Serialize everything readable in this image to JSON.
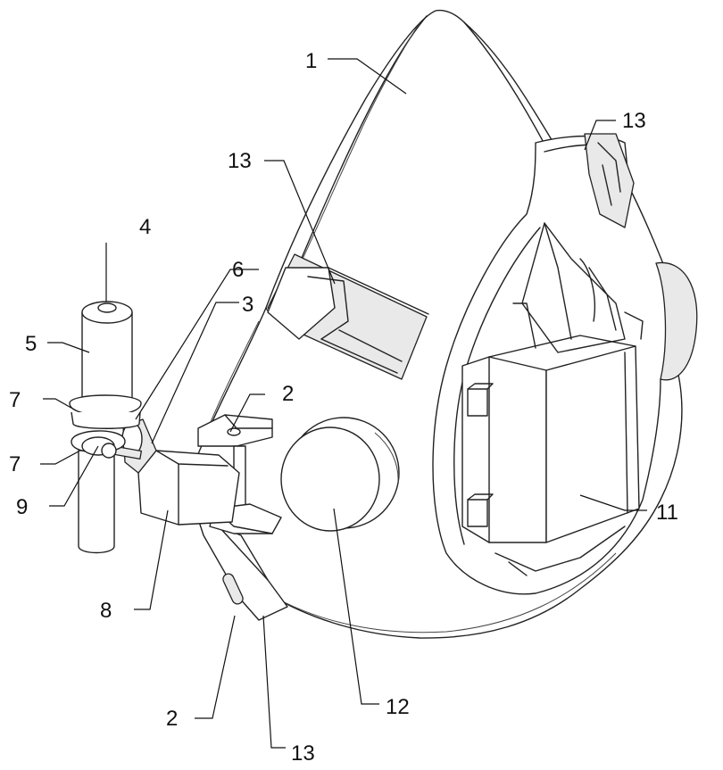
{
  "callouts": [
    {
      "id": "c1",
      "text": "1"
    },
    {
      "id": "c13a",
      "text": "13"
    },
    {
      "id": "c13b",
      "text": "13"
    },
    {
      "id": "c4",
      "text": "4"
    },
    {
      "id": "c6",
      "text": "6"
    },
    {
      "id": "c3",
      "text": "3"
    },
    {
      "id": "c5",
      "text": "5"
    },
    {
      "id": "c2a",
      "text": "2"
    },
    {
      "id": "c7a",
      "text": "7"
    },
    {
      "id": "c7b",
      "text": "7"
    },
    {
      "id": "c9",
      "text": "9"
    },
    {
      "id": "c11",
      "text": "11"
    },
    {
      "id": "c8",
      "text": "8"
    },
    {
      "id": "c2b",
      "text": "2"
    },
    {
      "id": "c12",
      "text": "12"
    },
    {
      "id": "c13c",
      "text": "13"
    }
  ]
}
